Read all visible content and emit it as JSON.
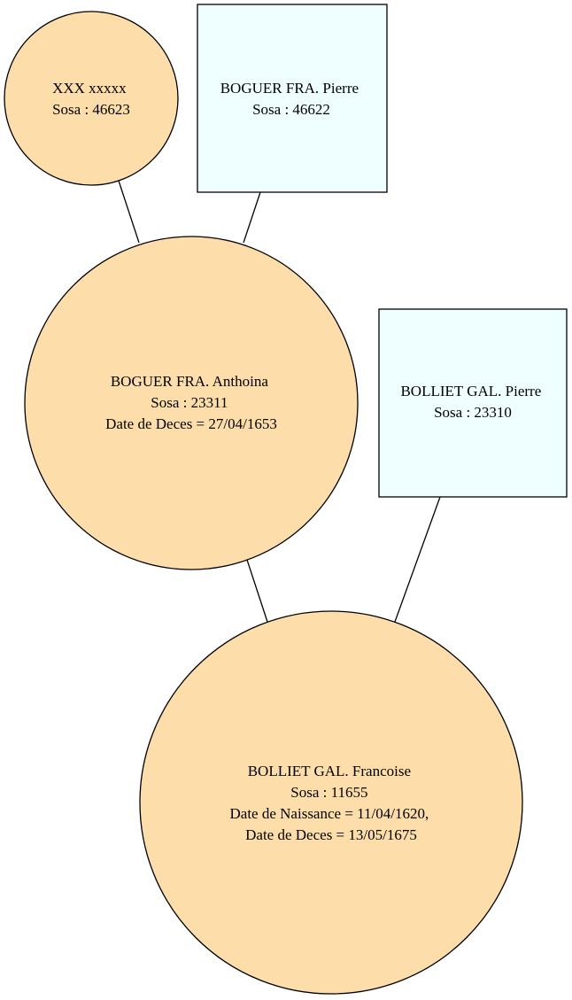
{
  "colors": {
    "female_fill": "#fddeab",
    "male_fill": "#efffff",
    "stroke": "#000000",
    "background": "#ffffff"
  },
  "nodes": {
    "xxx": {
      "shape": "circle",
      "lines": [
        "XXX xxxxx",
        "Sosa : 46623"
      ]
    },
    "boguer_pierre": {
      "shape": "box",
      "lines": [
        "BOGUER FRA. Pierre",
        "Sosa : 46622"
      ]
    },
    "boguer_anthoina": {
      "shape": "circle",
      "lines": [
        "BOGUER FRA. Anthoina",
        "Sosa : 23311",
        "Date de Deces = 27/04/1653"
      ]
    },
    "bolliet_pierre": {
      "shape": "box",
      "lines": [
        "BOLLIET GAL. Pierre",
        "Sosa : 23310"
      ]
    },
    "bolliet_francoise": {
      "shape": "circle",
      "lines": [
        "BOLLIET GAL. Francoise",
        "Sosa : 11655",
        "Date de Naissance = 11/04/1620,",
        "Date de Deces = 13/05/1675"
      ]
    }
  },
  "edges": [
    {
      "from": "xxx",
      "to": "boguer_anthoina"
    },
    {
      "from": "boguer_pierre",
      "to": "boguer_anthoina"
    },
    {
      "from": "boguer_anthoina",
      "to": "bolliet_francoise"
    },
    {
      "from": "bolliet_pierre",
      "to": "bolliet_francoise"
    }
  ]
}
